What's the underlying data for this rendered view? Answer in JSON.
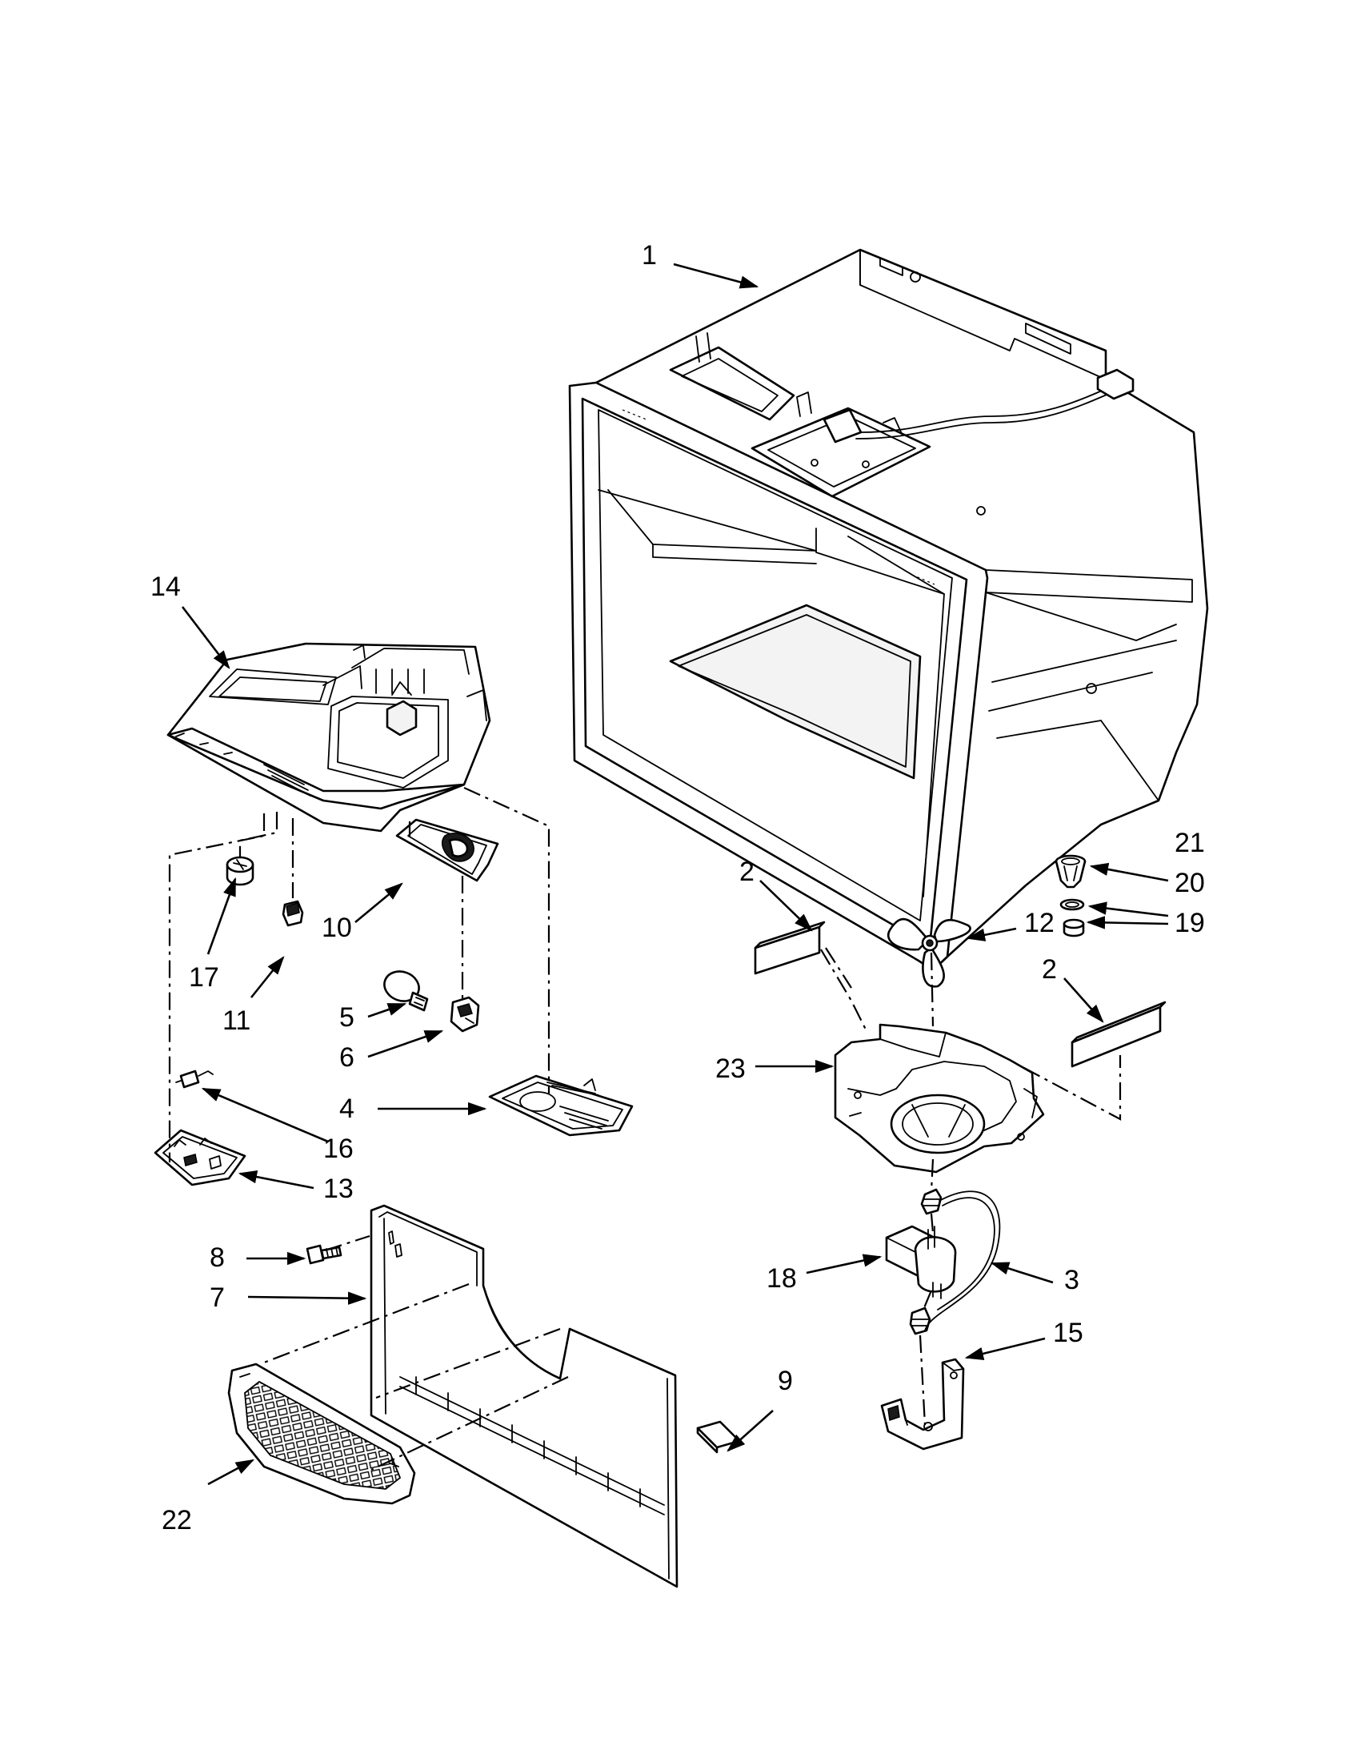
{
  "diagram": {
    "callouts": [
      {
        "id": "c1",
        "label": "1"
      },
      {
        "id": "c2a",
        "label": "2"
      },
      {
        "id": "c2b",
        "label": "2"
      },
      {
        "id": "c3",
        "label": "3"
      },
      {
        "id": "c4",
        "label": "4"
      },
      {
        "id": "c5",
        "label": "5"
      },
      {
        "id": "c6",
        "label": "6"
      },
      {
        "id": "c7",
        "label": "7"
      },
      {
        "id": "c8",
        "label": "8"
      },
      {
        "id": "c9",
        "label": "9"
      },
      {
        "id": "c10",
        "label": "10"
      },
      {
        "id": "c11",
        "label": "11"
      },
      {
        "id": "c12",
        "label": "12"
      },
      {
        "id": "c13",
        "label": "13"
      },
      {
        "id": "c14",
        "label": "14"
      },
      {
        "id": "c15",
        "label": "15"
      },
      {
        "id": "c16",
        "label": "16"
      },
      {
        "id": "c17",
        "label": "17"
      },
      {
        "id": "c18",
        "label": "18"
      },
      {
        "id": "c19",
        "label": "19"
      },
      {
        "id": "c20",
        "label": "20"
      },
      {
        "id": "c21",
        "label": "21"
      },
      {
        "id": "c22",
        "label": "22"
      },
      {
        "id": "c23",
        "label": "23"
      }
    ]
  }
}
